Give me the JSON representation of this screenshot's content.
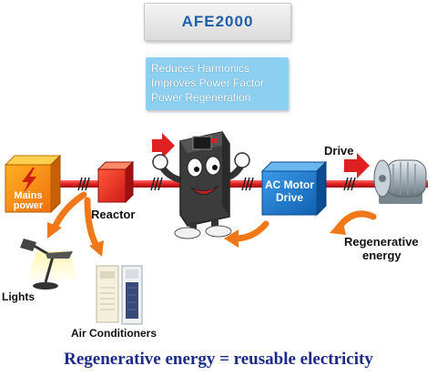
{
  "title": "AFE2000",
  "features": [
    "Reduces Harmonics",
    "Improves Power Factor",
    "Power Regeneration"
  ],
  "mains_label": [
    "Mains",
    "power"
  ],
  "reactor_label": "Reactor",
  "ac_motor_label": [
    "AC Motor",
    "Drive"
  ],
  "drive_label": "Drive",
  "regen_label": [
    "Regenerative",
    "energy"
  ],
  "lights_label": "Lights",
  "air_label": "Air Conditioners",
  "caption": "Regenerative energy = reusable electricity",
  "colors": {
    "title_text": "#1f5fa8",
    "feature_bg": "#8ccff0",
    "line_red": "#e02020",
    "arrow_orange": "#f07818",
    "caption": "#1d2a8a",
    "ac_drive": "#1e78c8"
  }
}
